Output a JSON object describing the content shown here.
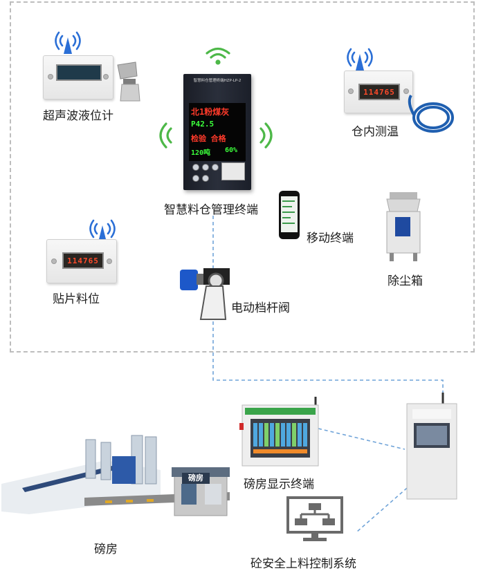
{
  "labels": {
    "ultrasonic": "超声波液位计",
    "terminal": "智慧料仓管理终端",
    "temperature": "仓内测温",
    "mobile": "移动终端",
    "patch_level": "贴片料位",
    "dust": "除尘箱",
    "valve": "电动档杆阀",
    "weighbridge_display": "磅房显示终端",
    "weighbridge": "磅房",
    "control_system": "砼安全上料控制系统"
  },
  "terminal_screen": {
    "header": "智慧料仓管理终端HZP-LP-2",
    "line1": "北1粉煤灰",
    "line2": "P42.5",
    "line3": "检验 合格",
    "line4a": "120吨",
    "line4b": "60%"
  },
  "displays": {
    "ultrasonic": "",
    "temperature": "114765",
    "patch_level": "114765"
  },
  "building_sign": "磅房",
  "colors": {
    "wifi_green": "#4db848",
    "antenna_blue": "#2b6fd6",
    "dashed_line": "#6fa3d8",
    "frame_border": "#bdbdbd"
  },
  "icons": {
    "wifi": "wifi-icon",
    "antenna": "antenna-icon",
    "network": "network-diagram-icon"
  }
}
